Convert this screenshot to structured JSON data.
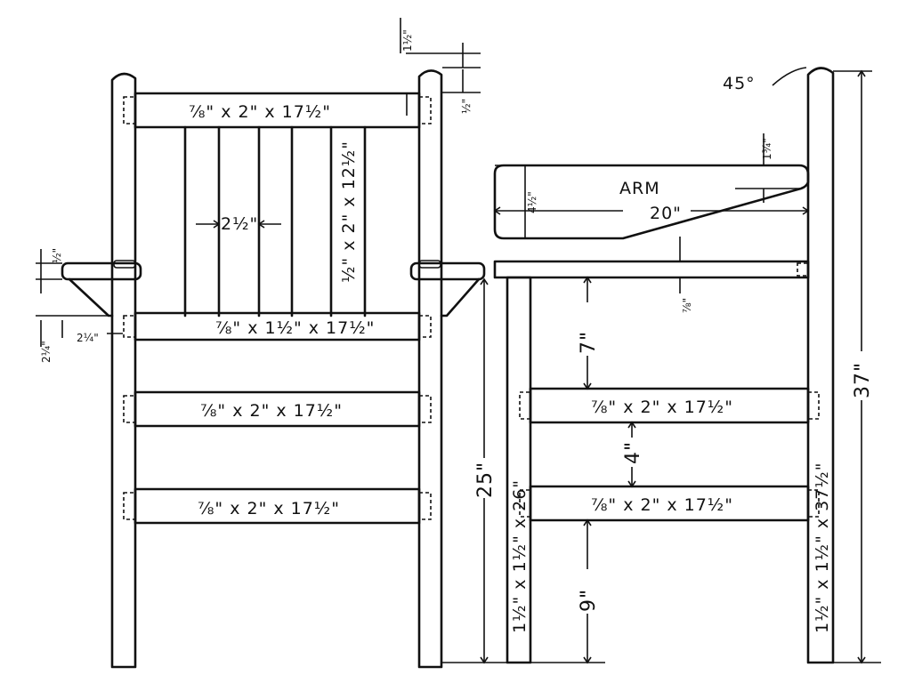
{
  "front": {
    "top_rail": "⅞\" x 2\" x 17½\"",
    "slat_dim": "½\" x 2\" x 12½\"",
    "slat_gap": "2½\"",
    "mid_rail": "⅞\" x 1½\" x 17½\"",
    "rail_3": "⅞\" x 2\" x 17½\"",
    "rail_4": "⅞\" x 2\" x 17½\"",
    "post_top_dim": "1½\"",
    "rail_offset_dim": "½\"",
    "arm_thick_dim": "½\"",
    "bracket_dim_a": "2¼\"",
    "bracket_dim_b": "2¼\"",
    "seat_height_dim": "25\""
  },
  "side": {
    "arm_label": "ARM",
    "arm_width_dim": "4½\"",
    "arm_length_dim": "20\"",
    "arm_end_dim": "1¾\"",
    "angle_label": "45°",
    "seat_thick_dim": "⅞\"",
    "gap_7_dim": "7\"",
    "rail_1": "⅞\" x 2\" x 17½\"",
    "gap_4_dim": "4\"",
    "rail_2": "⅞\" x 2\" x 17½\"",
    "gap_9_dim": "9\"",
    "front_leg_dim": "1½\" x 1½\" x 26\"",
    "back_post_dim": "1½\" x 1½\" x 37½\"",
    "height_dim": "37\""
  }
}
